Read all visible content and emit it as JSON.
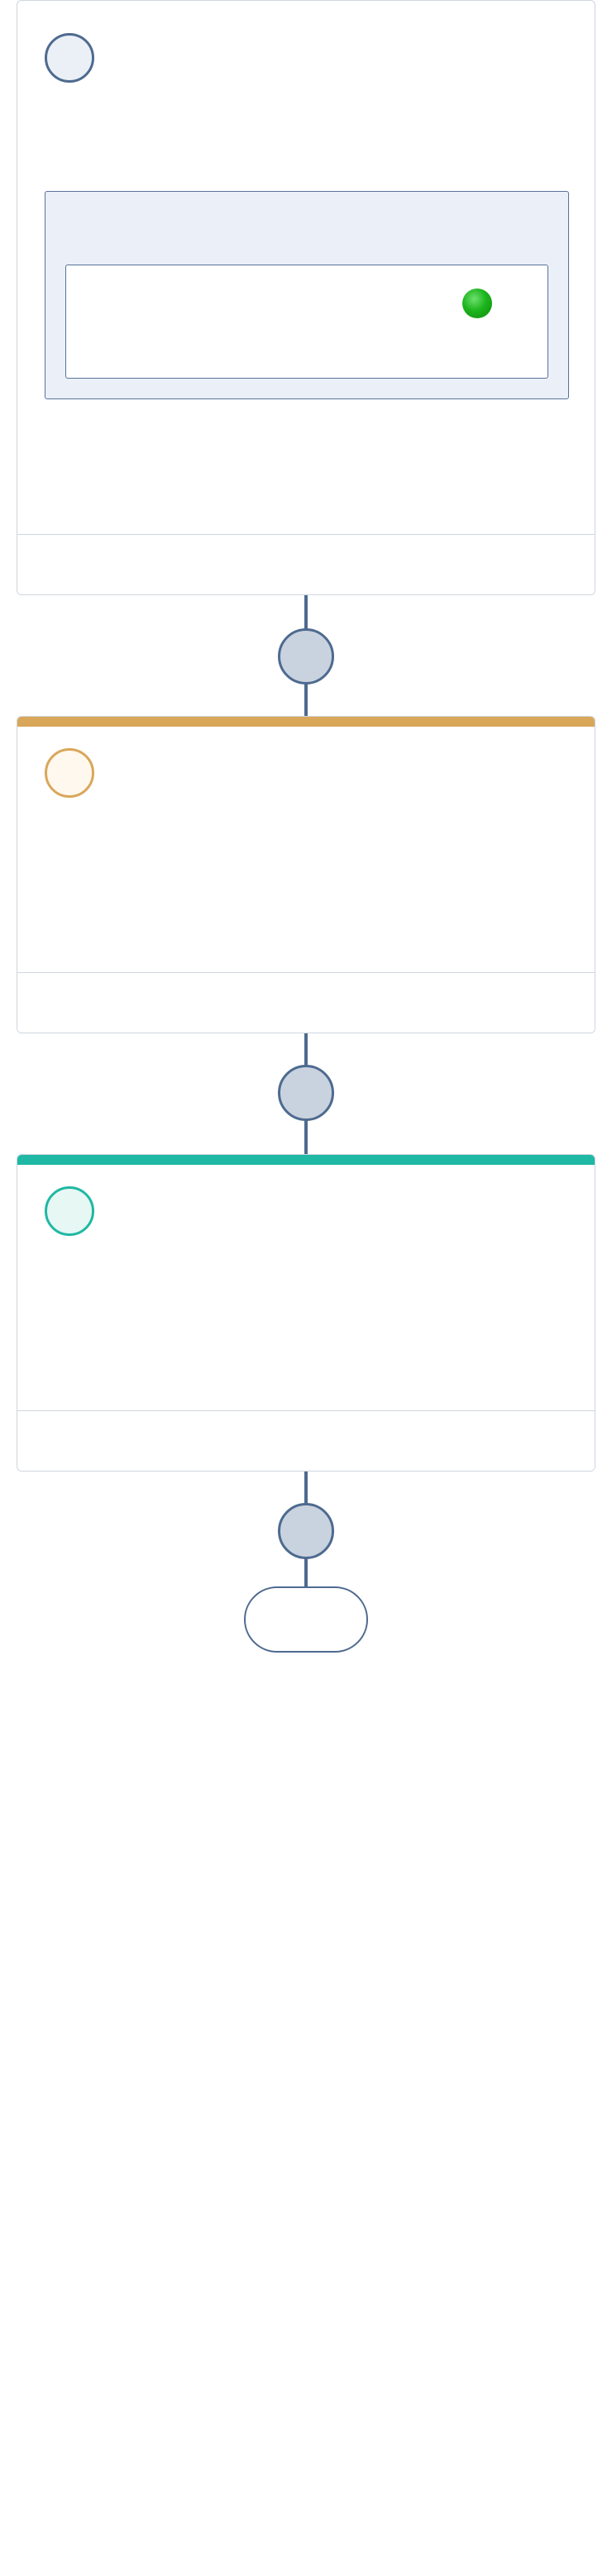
{
  "workflow": {
    "steps": [
      {
        "id": "step-1",
        "accent": "#4e6a8f",
        "badge_fill": "#eaf0f6",
        "has_topbar": false
      },
      {
        "id": "step-2",
        "accent": "#d9a75a",
        "badge_fill": "#fff8ee",
        "has_topbar": true
      },
      {
        "id": "step-3",
        "accent": "#1fb8a4",
        "badge_fill": "#e6f7f4",
        "has_topbar": true
      }
    ],
    "connector_color": "#4e6a8f",
    "connector_node_fill": "#c9d3df",
    "status_indicator": {
      "state": "active",
      "color": "#1db51d"
    },
    "end_node": {
      "shape": "pill"
    }
  }
}
